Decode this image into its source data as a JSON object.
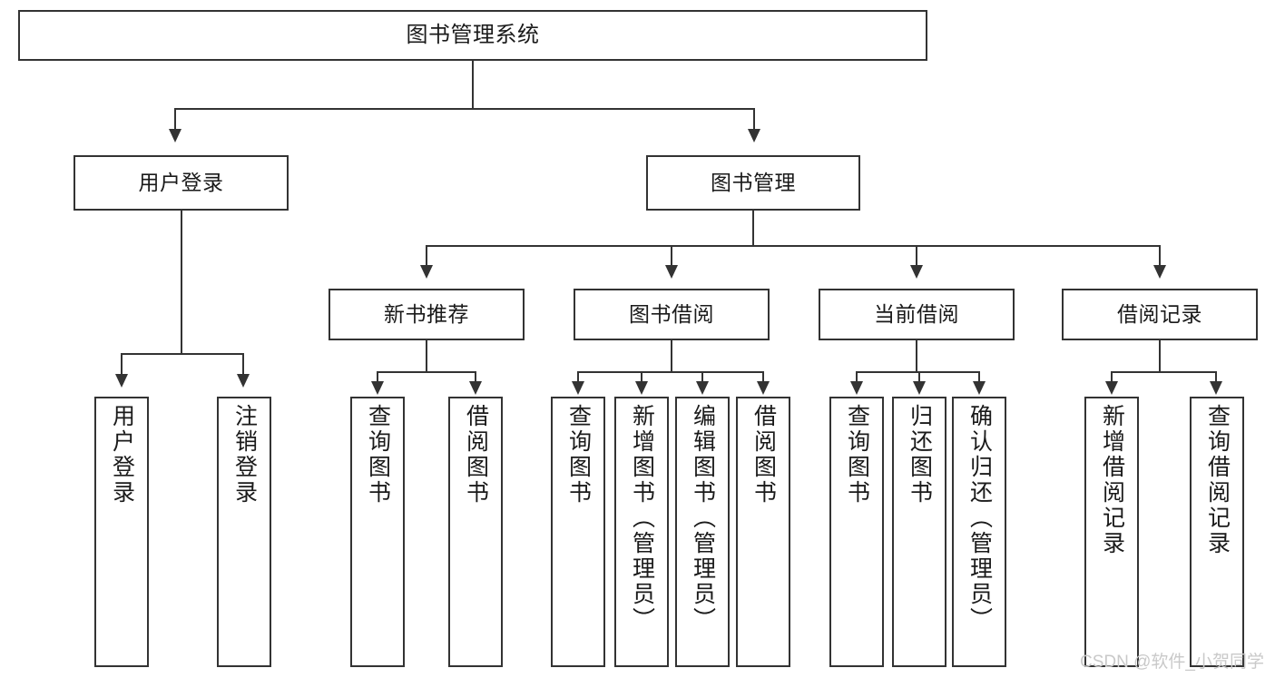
{
  "diagram": {
    "title": "图书管理系统",
    "type": "tree",
    "watermark": "CSDN @软件_小贺同学",
    "colors": {
      "stroke": "#333333",
      "fill": "#ffffff",
      "text": "#1a1a1a",
      "watermark": "#c9c9c9"
    },
    "root": {
      "label": "图书管理系统"
    },
    "level2": [
      {
        "id": "user-login",
        "label": "用户登录"
      },
      {
        "id": "book-manage",
        "label": "图书管理"
      }
    ],
    "level3": [
      {
        "id": "new-book-recommend",
        "label": "新书推荐"
      },
      {
        "id": "book-borrow",
        "label": "图书借阅"
      },
      {
        "id": "current-borrow",
        "label": "当前借阅"
      },
      {
        "id": "borrow-record",
        "label": "借阅记录"
      }
    ],
    "leaves": {
      "user_login": [
        {
          "id": "leaf-user-login",
          "label": "用户登录"
        },
        {
          "id": "leaf-logout-login",
          "label": "注销登录"
        }
      ],
      "new_book_recommend": [
        {
          "id": "leaf-query-book-1",
          "label": "查询图书"
        },
        {
          "id": "leaf-borrow-book-1",
          "label": "借阅图书"
        }
      ],
      "book_borrow": [
        {
          "id": "leaf-query-book-2",
          "label": "查询图书"
        },
        {
          "id": "leaf-add-book",
          "label": "新增图书（管理员）"
        },
        {
          "id": "leaf-edit-book",
          "label": "编辑图书（管理员）"
        },
        {
          "id": "leaf-borrow-book-2",
          "label": "借阅图书"
        }
      ],
      "current_borrow": [
        {
          "id": "leaf-query-book-3",
          "label": "查询图书"
        },
        {
          "id": "leaf-return-book",
          "label": "归还图书"
        },
        {
          "id": "leaf-confirm-return",
          "label": "确认归还（管理员）"
        }
      ],
      "borrow_record": [
        {
          "id": "leaf-add-record",
          "label": "新增借阅记录"
        },
        {
          "id": "leaf-query-record",
          "label": "查询借阅记录"
        }
      ]
    }
  }
}
